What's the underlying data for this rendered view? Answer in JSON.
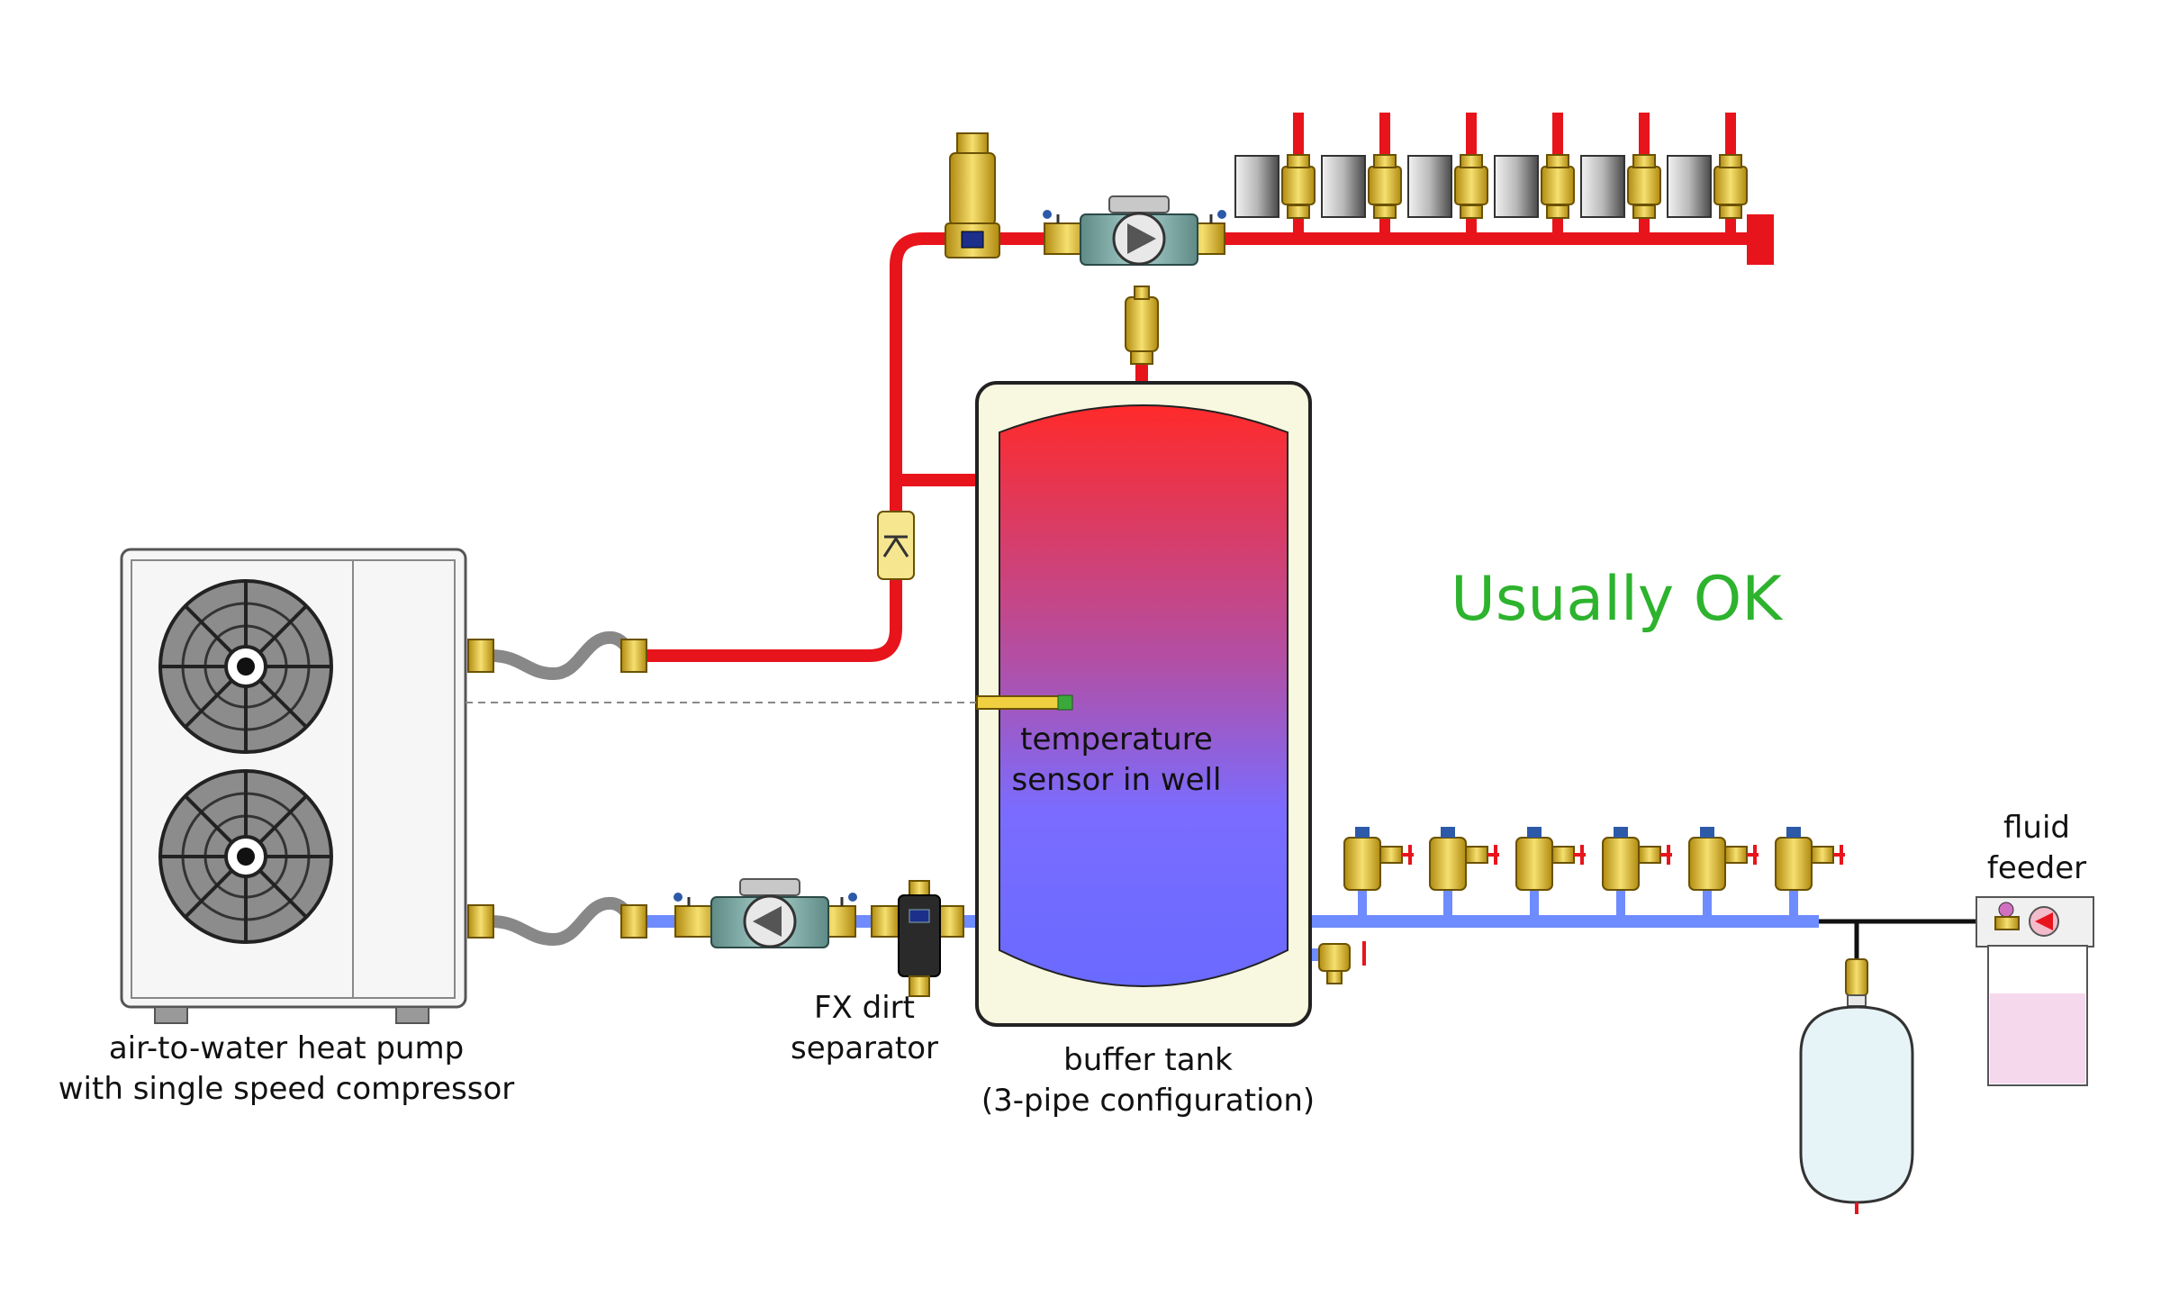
{
  "labels": {
    "status": "Usually OK",
    "heat_pump_line1": "air-to-water heat pump",
    "heat_pump_line2": "with single speed compressor",
    "sensor_line1": "temperature",
    "sensor_line2": "sensor in well",
    "separator_line1": "FX dirt",
    "separator_line2": "separator",
    "tank_line1": "buffer tank",
    "tank_line2": "(3-pipe configuration)",
    "feeder_line1": "fluid",
    "feeder_line2": "feeder"
  },
  "colors": {
    "supply_pipe": "#e8141c",
    "return_pipe": "#6e8cff",
    "status_text": "#2db32d",
    "tank_top": "#ff2a2a",
    "tank_bottom": "#6a6aff",
    "brass": "#f0d040",
    "feeder_fluid": "#f6d8ec"
  },
  "zone_valve_count": 6,
  "purge_valve_count": 6
}
